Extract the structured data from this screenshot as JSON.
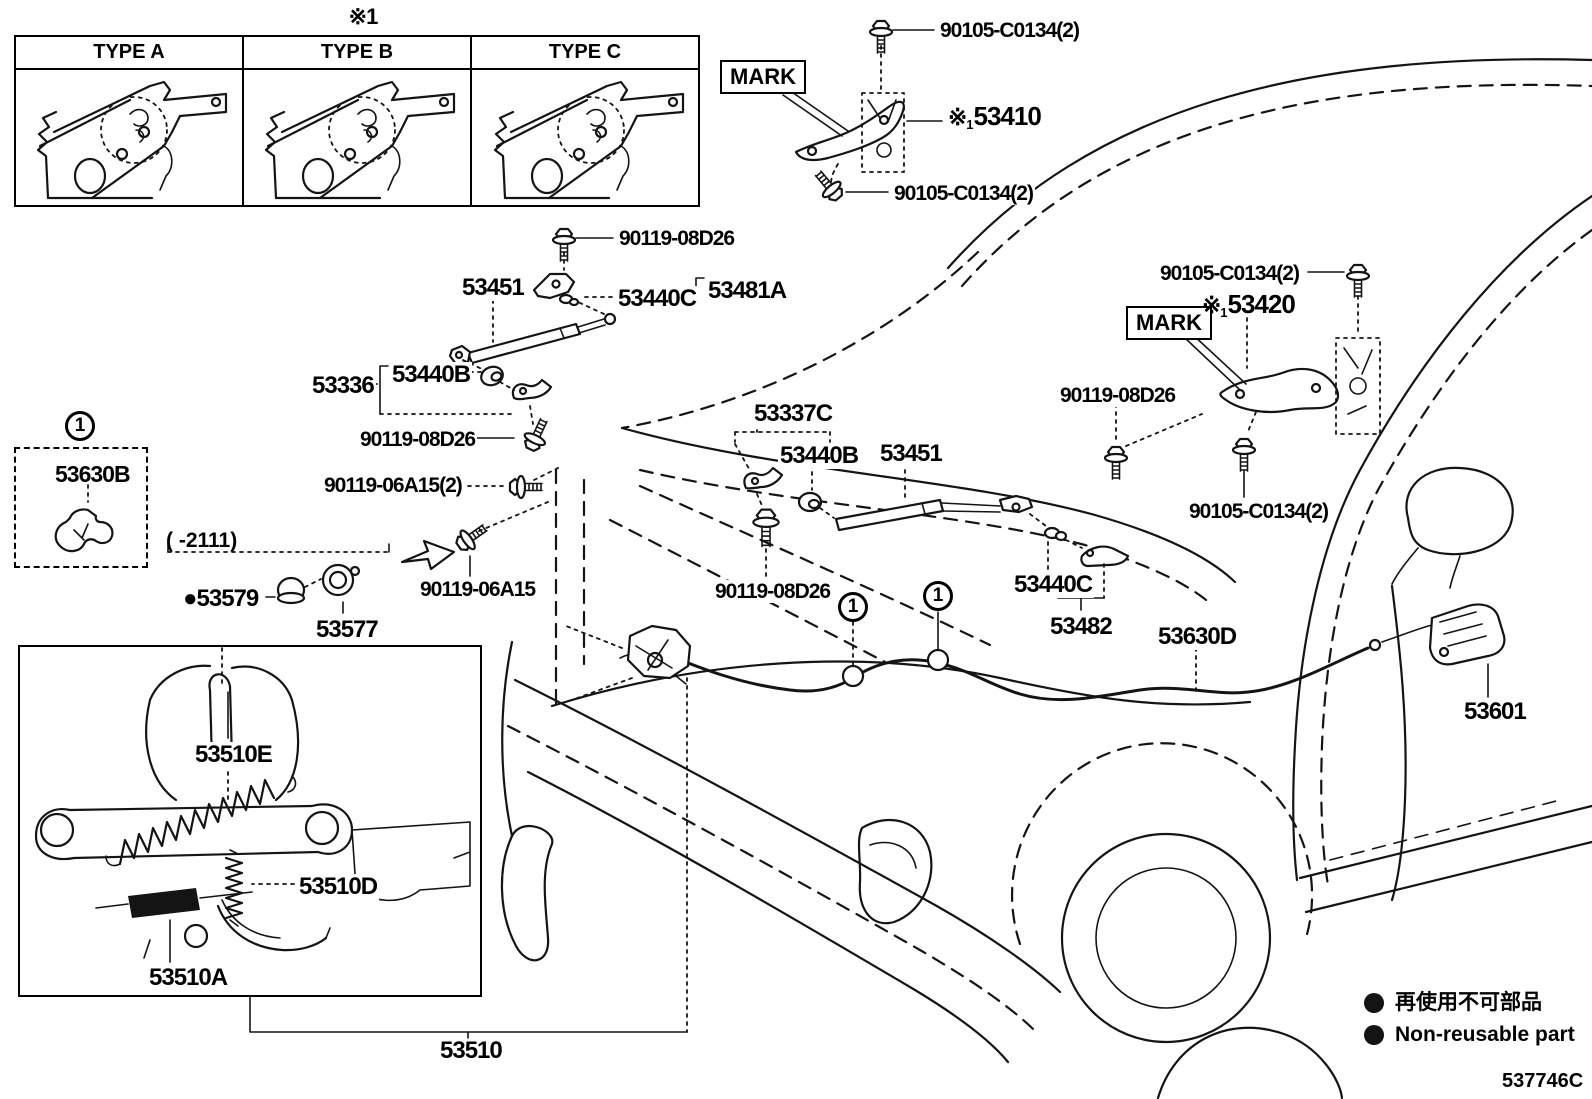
{
  "header_note": "※1",
  "types_table": {
    "headers": [
      "TYPE A",
      "TYPE B",
      "TYPE C"
    ]
  },
  "callout": {
    "mark": "MARK",
    "ref_prefix": "※",
    "ref_sub": "1",
    "circled": "1"
  },
  "parts": {
    "hinge_rh": "53410",
    "hinge_lh": "53420",
    "bolt_90105": "90105-C0134(2)",
    "bolt_90119_08d26": "90119-08D26",
    "bolt_90119_06a15_2": "90119-06A15(2)",
    "bolt_90119_06a15": "90119-06A15",
    "support_rod": "53451",
    "clamp": "53440C",
    "bracket_53481a": "53481A",
    "bracket_53336": "53336",
    "grommet": "53440B",
    "hook_53337c": "53337C",
    "bracket_53482": "53482",
    "clip_53630b": "53630B",
    "stopper_53579": "53579",
    "support_53577": "53577",
    "cable_53630d": "53630D",
    "lever_53601": "53601",
    "lock_53510e": "53510E",
    "lock_53510d": "53510D",
    "lock_53510a": "53510A",
    "lock_assy_53510": "53510",
    "nr_bullet": "●",
    "date_range": "(      -2111)"
  },
  "legend": {
    "bullet": "●",
    "jp": "再使用不可部品",
    "en": "Non-reusable part"
  },
  "figure_code": "537746C"
}
